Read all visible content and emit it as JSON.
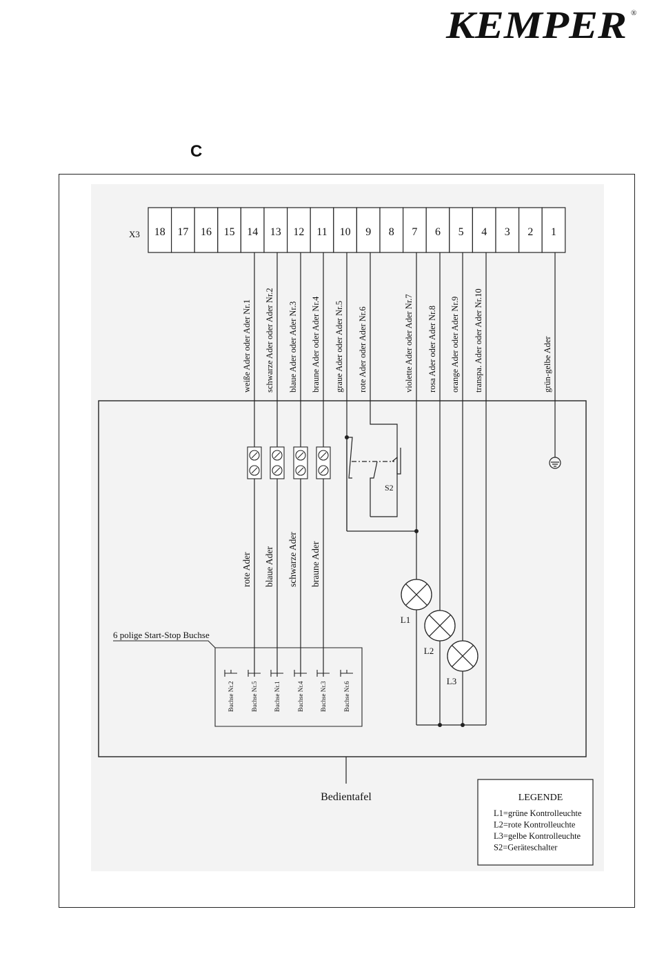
{
  "brand": {
    "name": "KEMPER",
    "registered_mark": "®",
    "color": "#111111"
  },
  "section_letter": "C",
  "diagram": {
    "terminal_block_label": "X3",
    "terminals": [
      "18",
      "17",
      "16",
      "15",
      "14",
      "13",
      "12",
      "11",
      "10",
      "9",
      "8",
      "7",
      "6",
      "5",
      "4",
      "3",
      "2",
      "1"
    ],
    "cable_labels": [
      "weiße Ader oder Ader Nr.1",
      "schwarze Ader oder Ader Nr.2",
      "blaue Ader oder Ader Nr.3",
      "braune Ader oder Ader Nr.4",
      "graue Ader oder Ader Nr.5",
      "rote Ader oder Ader Nr.6",
      "violette Ader oder Ader Nr.7",
      "rosa Ader oder Ader Nr.8",
      "orange Ader oder Ader Nr.9",
      "transpa. Ader oder Ader Nr.10",
      "grün-gelbe Ader"
    ],
    "inner_wire_labels": [
      "rote Ader",
      "blaue Ader",
      "schwarze Ader",
      "braune Ader"
    ],
    "switch_label": "S2",
    "lamps": [
      "L1",
      "L2",
      "L3"
    ],
    "socket_title": "6 polige Start-Stop Buchse",
    "sockets": [
      "Buchse Nr.2",
      "Buchse Nr.5",
      "Buchse Nr.1",
      "Buchse Nr.4",
      "Buchse Nr.3",
      "Buchse Nr.6"
    ],
    "panel_label": "Bedientafel",
    "legend": {
      "title": "LEGENDE",
      "items": [
        "L1=grüne Kontrolleuchte",
        "L2=rote Kontrolleuchte",
        "L3=gelbe Kontrolleuchte",
        "S2=Geräteschalter"
      ]
    }
  }
}
